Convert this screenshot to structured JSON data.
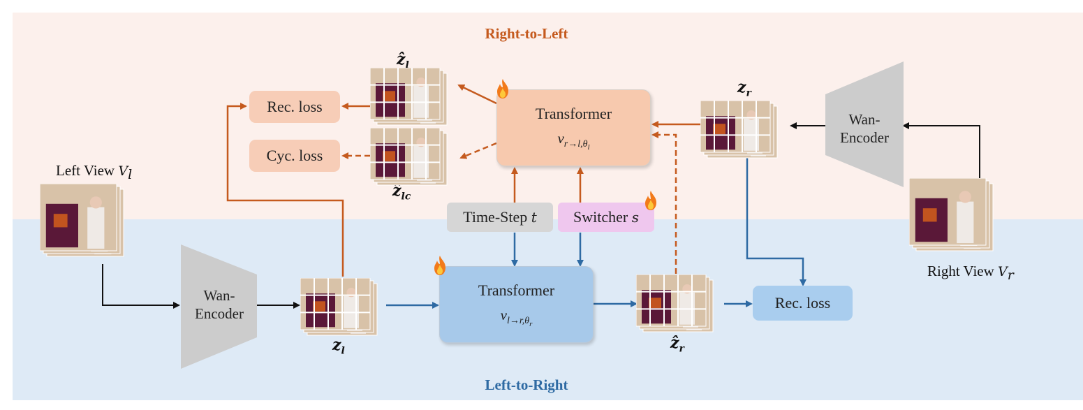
{
  "top_title": "Right-to-Left",
  "bottom_title": "Left-to-Right",
  "losses": {
    "rec_top": "Rec. loss",
    "cyc_top": "Cyc. loss",
    "rec_bottom": "Rec. loss"
  },
  "transformer_top": {
    "title": "Transformer",
    "var": "v",
    "sub": "r→l,θ",
    "subsub": "l"
  },
  "transformer_bottom": {
    "title": "Transformer",
    "var": "v",
    "sub": "l→r,θ",
    "subsub": "r"
  },
  "timestep": {
    "text": "Time-Step ",
    "var": "t"
  },
  "switcher": {
    "text": "Switcher ",
    "var": "s"
  },
  "encoders": {
    "left": "Wan-\nEncoder",
    "right": "Wan-\nEncoder"
  },
  "views": {
    "left": {
      "text": "Left View ",
      "var": "V",
      "sub": "l"
    },
    "right": {
      "text": "Right View ",
      "var": "V",
      "sub": "r"
    }
  },
  "latents": {
    "z_hat_l": {
      "sym": "ẑ",
      "sub": "l"
    },
    "z_hat_lc": {
      "sym": "ẑ",
      "sub": "lc"
    },
    "z_r": {
      "sym": "z",
      "sub": "r"
    },
    "z_l": {
      "sym": "z",
      "sub": "l"
    },
    "z_hat_r": {
      "sym": "ẑ",
      "sub": "r"
    }
  },
  "colors": {
    "orange_arrow": "#c55a1e",
    "blue_arrow": "#2e6aa3",
    "title_orange": "#c55a1e",
    "title_blue": "#2e6aa3",
    "encoder_fill": "#cccccc",
    "timestep_fill": "#d6d6d6",
    "switcher_fill": "#efc7ee"
  },
  "icons": [
    "fire-icon"
  ]
}
